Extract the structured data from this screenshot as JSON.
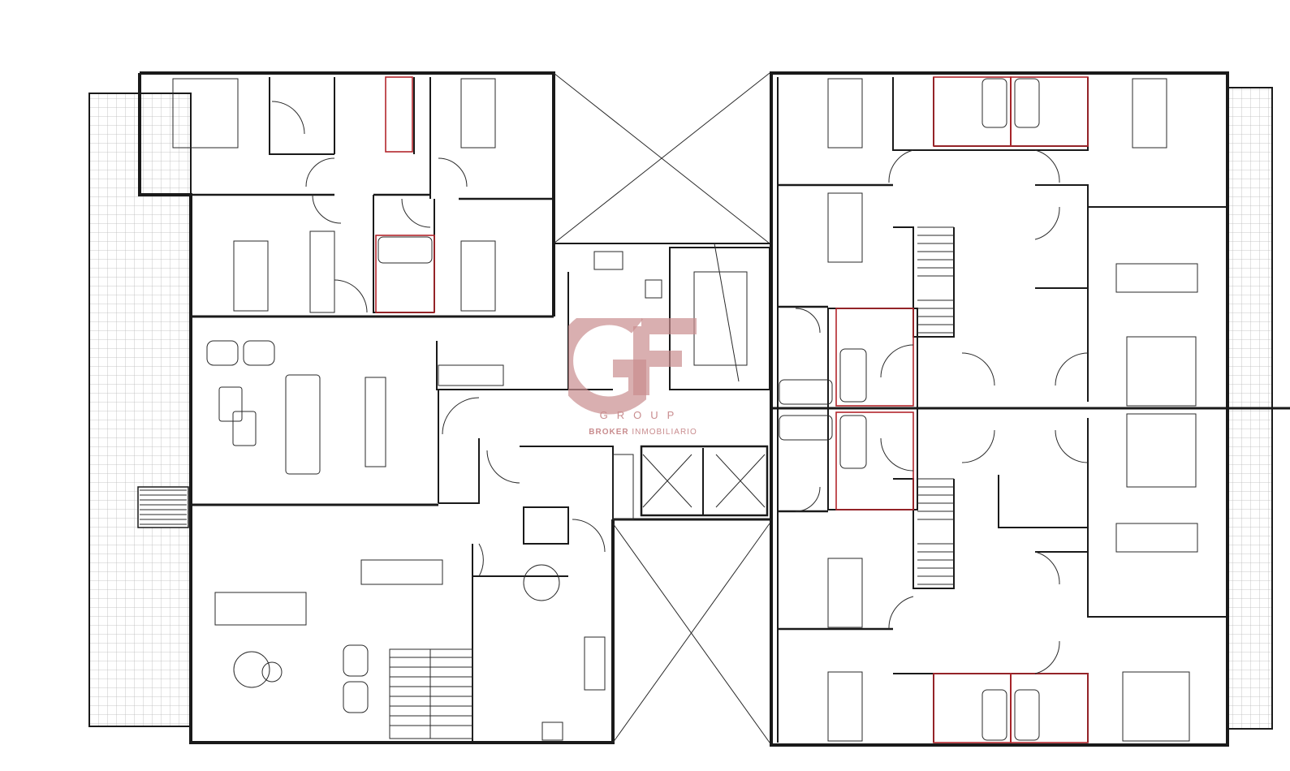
{
  "logo": {
    "group_text": "GROUP",
    "broker_word": "BROKER",
    "inmobiliario_word": "INMOBILIARIO",
    "brand_color": "#c98d8f"
  },
  "drawing": {
    "type": "floor-plan",
    "line_color": "#1a1a1a",
    "fixture_color": "#b3262c",
    "terrace_tile_color": "#b9b9b9"
  }
}
